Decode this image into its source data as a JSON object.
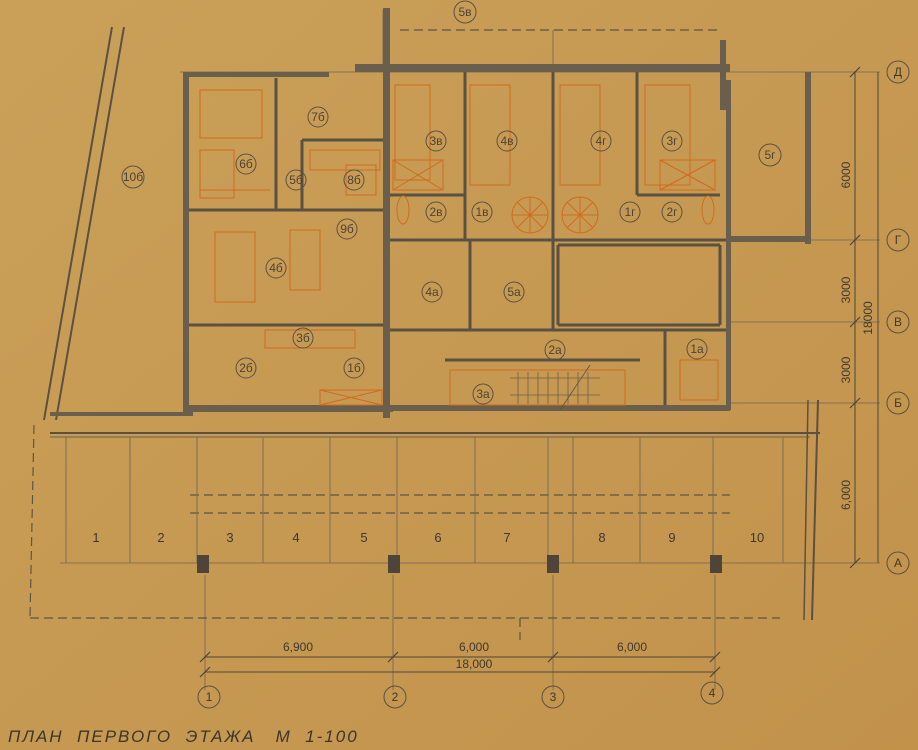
{
  "title": "ПЛАН  ПЕРВОГО  ЭТАЖА   М  1-100",
  "axes_letters": [
    "Д",
    "Г",
    "В",
    "Б",
    "А"
  ],
  "axes_numbers": [
    "1",
    "2",
    "3",
    "4"
  ],
  "dims_bottom": {
    "span1": "6,900",
    "span2": "6,000",
    "span3": "6,000",
    "total": "18,000"
  },
  "dims_right": {
    "top": "6000",
    "mid1": "3000",
    "mid2": "3000",
    "bottom": "6,000",
    "total": "18000"
  },
  "rooms": {
    "r10b": "10б",
    "r7b": "7б",
    "r6b": "6б",
    "r5b": "5б",
    "r8b": "8б",
    "r9b": "9б",
    "r4b": "4б",
    "r3b": "3б",
    "r2b": "2б",
    "r1b": "1б",
    "r5v_top": "5в",
    "r3v": "3в",
    "r4v": "4в",
    "r2v": "2в",
    "r1v": "1в",
    "r4g": "4г",
    "r3g": "3г",
    "r5g": "5г",
    "r1g": "1г",
    "r2g": "2г",
    "r4a": "4а",
    "r5a": "5а",
    "r2a": "2а",
    "r1a": "1а",
    "r3a": "3а"
  },
  "bays": [
    "1",
    "2",
    "3",
    "4",
    "5",
    "6",
    "7",
    "8",
    "9",
    "10"
  ]
}
